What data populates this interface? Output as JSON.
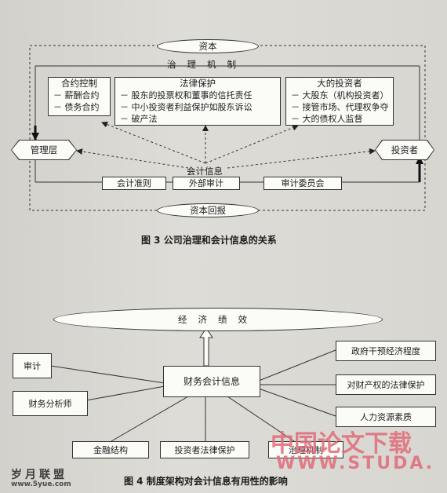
{
  "figure3": {
    "capital_label": "资本",
    "governance_label": "治理机制",
    "contract": {
      "title": "合约控制",
      "items": [
        "－ 薪酬合约",
        "－ 债务合约"
      ]
    },
    "legal": {
      "title": "法律保护",
      "items": [
        "－ 股东的投票权和董事的信托责任",
        "－ 中小投资者利益保护如股东诉讼",
        "－ 破产法"
      ]
    },
    "investors_big": {
      "title": "大的投资者",
      "items": [
        "－ 大股东（机构投资者）",
        "－ 接管市场、代理权争夺",
        "－ 大的债权人监督"
      ]
    },
    "management": "管理层",
    "investor": "投资者",
    "accounting_info": "会计信息",
    "standards": "会计准则",
    "external_audit": "外部审计",
    "audit_committee": "审计委员会",
    "capital_return": "资本回报",
    "caption": "图 3  公司治理和会计信息的关系"
  },
  "figure4": {
    "economic_performance": "经济绩效",
    "center": "财务会计信息",
    "audit": "审计",
    "analyst": "财务分析师",
    "finance_structure": "金融结构",
    "investor_protection": "投资者法律保护",
    "governance": "治理机制",
    "gov_intervention": "政府干预经济程度",
    "property_rights": "对财产权的法律保护",
    "human_capital": "人力资源素质",
    "caption": "图 4  制度架构对会计信息有用性的影响"
  },
  "watermarks": {
    "cn_site": "中国论文下载",
    "url": "WWW.STUDA.",
    "left_logo": "岁月联盟",
    "left_url": "www.5yue.com"
  }
}
